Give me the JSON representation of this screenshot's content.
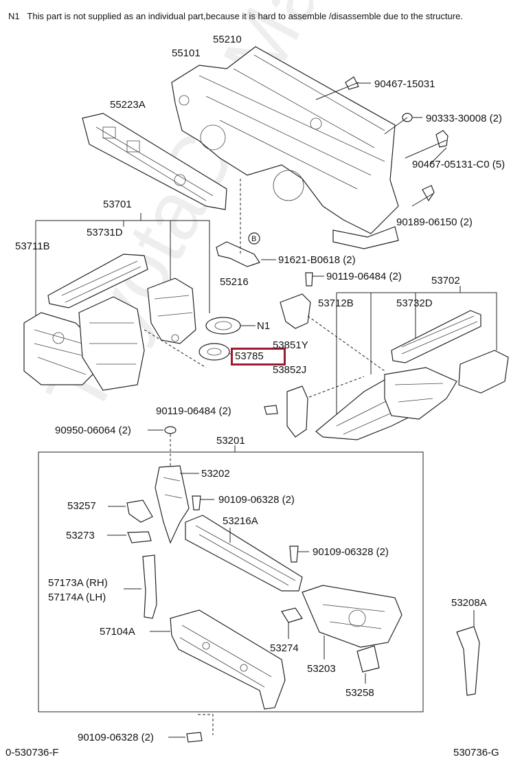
{
  "note": {
    "code": "N1",
    "text": "This part is not supplied as an individual part,because it is hard to assemble /disassemble due to the structure."
  },
  "watermark": "ToyotaCarMaster.ru",
  "highlight_color": "#9b1b30",
  "labels": {
    "p55101": "55101",
    "p55210": "55210",
    "p90467_15031": "90467-15031",
    "p55223a": "55223A",
    "p90333_30008": "90333-30008 (2)",
    "p90467_05131": "90467-05131-C0 (5)",
    "p90189_06150": "90189-06150 (2)",
    "p53701": "53701",
    "p53731d": "53731D",
    "p53711b": "53711B",
    "p91621_b0618": "91621-B0618 (2)",
    "b_marker": "B",
    "p55216": "55216",
    "p90119_06484_top": "90119-06484 (2)",
    "p53702": "53702",
    "p53712b": "53712B",
    "p53732d": "53732D",
    "n1_marker": "N1",
    "p53851y": "53851Y",
    "p53785": "53785",
    "p53852j": "53852J",
    "p90119_06484_mid": "90119-06484 (2)",
    "p90950_06064": "90950-06064 (2)",
    "p53201": "53201",
    "p53202": "53202",
    "p53257": "53257",
    "p90109_06328_a": "90109-06328 (2)",
    "p53216a": "53216A",
    "p53273": "53273",
    "p90109_06328_b": "90109-06328 (2)",
    "p57173a": "57173A (RH)",
    "p57174a": "57174A (LH)",
    "p53208a": "53208A",
    "p57104a": "57104A",
    "p53274": "53274",
    "p53203": "53203",
    "p53258": "53258",
    "p90109_06328_c": "90109-06328 (2)",
    "footer_left": "0-530736-F",
    "footer_right": "530736-G"
  }
}
